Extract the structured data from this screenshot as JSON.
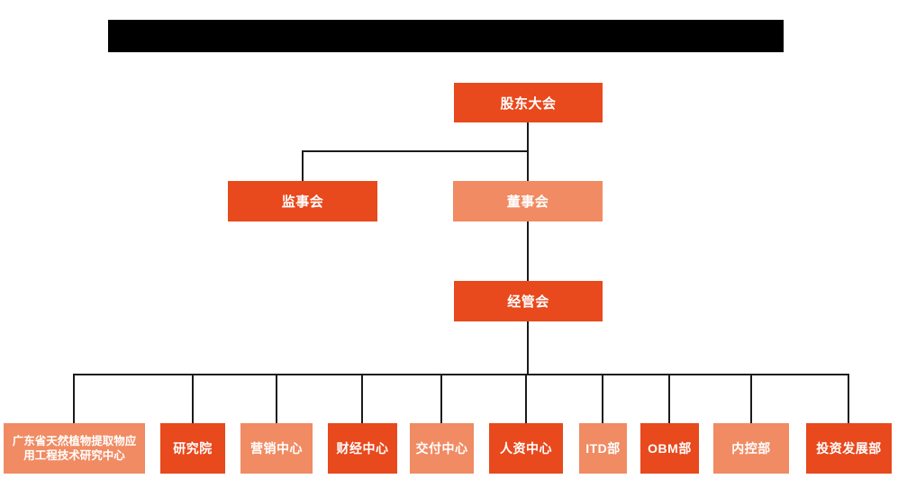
{
  "chart": {
    "type": "org-chart",
    "title_redacted": true,
    "colors": {
      "primary_box": "#e8491d",
      "secondary_box": "#f08b63",
      "connector_line": "#1b1b1b",
      "box_text": "#ffffff",
      "redacted_bar": "#000000"
    },
    "nodes": {
      "shareholders": {
        "label": "股东大会",
        "variant": "primary",
        "level": 1
      },
      "supervisory": {
        "label": "监事会",
        "variant": "primary",
        "level": 2
      },
      "board": {
        "label": "董事会",
        "variant": "secondary",
        "level": 2
      },
      "management": {
        "label": "经管会",
        "variant": "primary",
        "level": 3
      },
      "departments": [
        {
          "label": "广东省天然植物提取物应用工程技术研究中心",
          "variant": "secondary"
        },
        {
          "label": "研究院",
          "variant": "primary"
        },
        {
          "label": "营销中心",
          "variant": "secondary"
        },
        {
          "label": "财经中心",
          "variant": "primary"
        },
        {
          "label": "交付中心",
          "variant": "secondary"
        },
        {
          "label": "人资中心",
          "variant": "primary"
        },
        {
          "label": "ITD部",
          "variant": "secondary"
        },
        {
          "label": "OBM部",
          "variant": "primary"
        },
        {
          "label": "内控部",
          "variant": "secondary"
        },
        {
          "label": "投资发展部",
          "variant": "primary"
        }
      ]
    },
    "hierarchy": [
      "股东大会 -> 监事会",
      "股东大会 -> 董事会",
      "董事会 -> 经管会",
      "经管会 -> 广东省天然植物提取物应用工程技术研究中心",
      "经管会 -> 研究院",
      "经管会 -> 营销中心",
      "经管会 -> 财经中心",
      "经管会 -> 交付中心",
      "经管会 -> 人资中心",
      "经管会 -> ITD部",
      "经管会 -> OBM部",
      "经管会 -> 内控部",
      "经管会 -> 投资发展部"
    ]
  }
}
